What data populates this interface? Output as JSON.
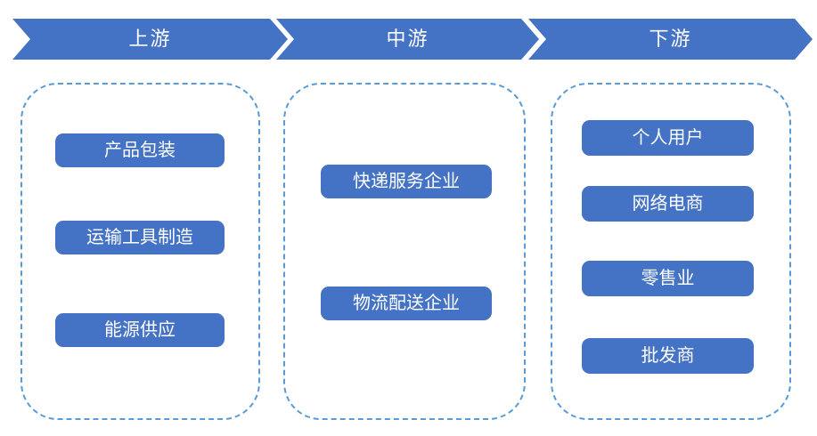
{
  "colors": {
    "shape_fill": "#4472C4",
    "shape_text": "#FFFFFF",
    "panel_border": "#5B9BD5",
    "background": "#FFFFFF"
  },
  "stages": [
    {
      "label": "上游",
      "items": [
        "产品包装",
        "运输工具制造",
        "能源供应"
      ]
    },
    {
      "label": "中游",
      "items": [
        "快递服务企业",
        "物流配送企业"
      ]
    },
    {
      "label": "下游",
      "items": [
        "个人用户",
        "网络电商",
        "零售业",
        "批发商"
      ]
    }
  ]
}
